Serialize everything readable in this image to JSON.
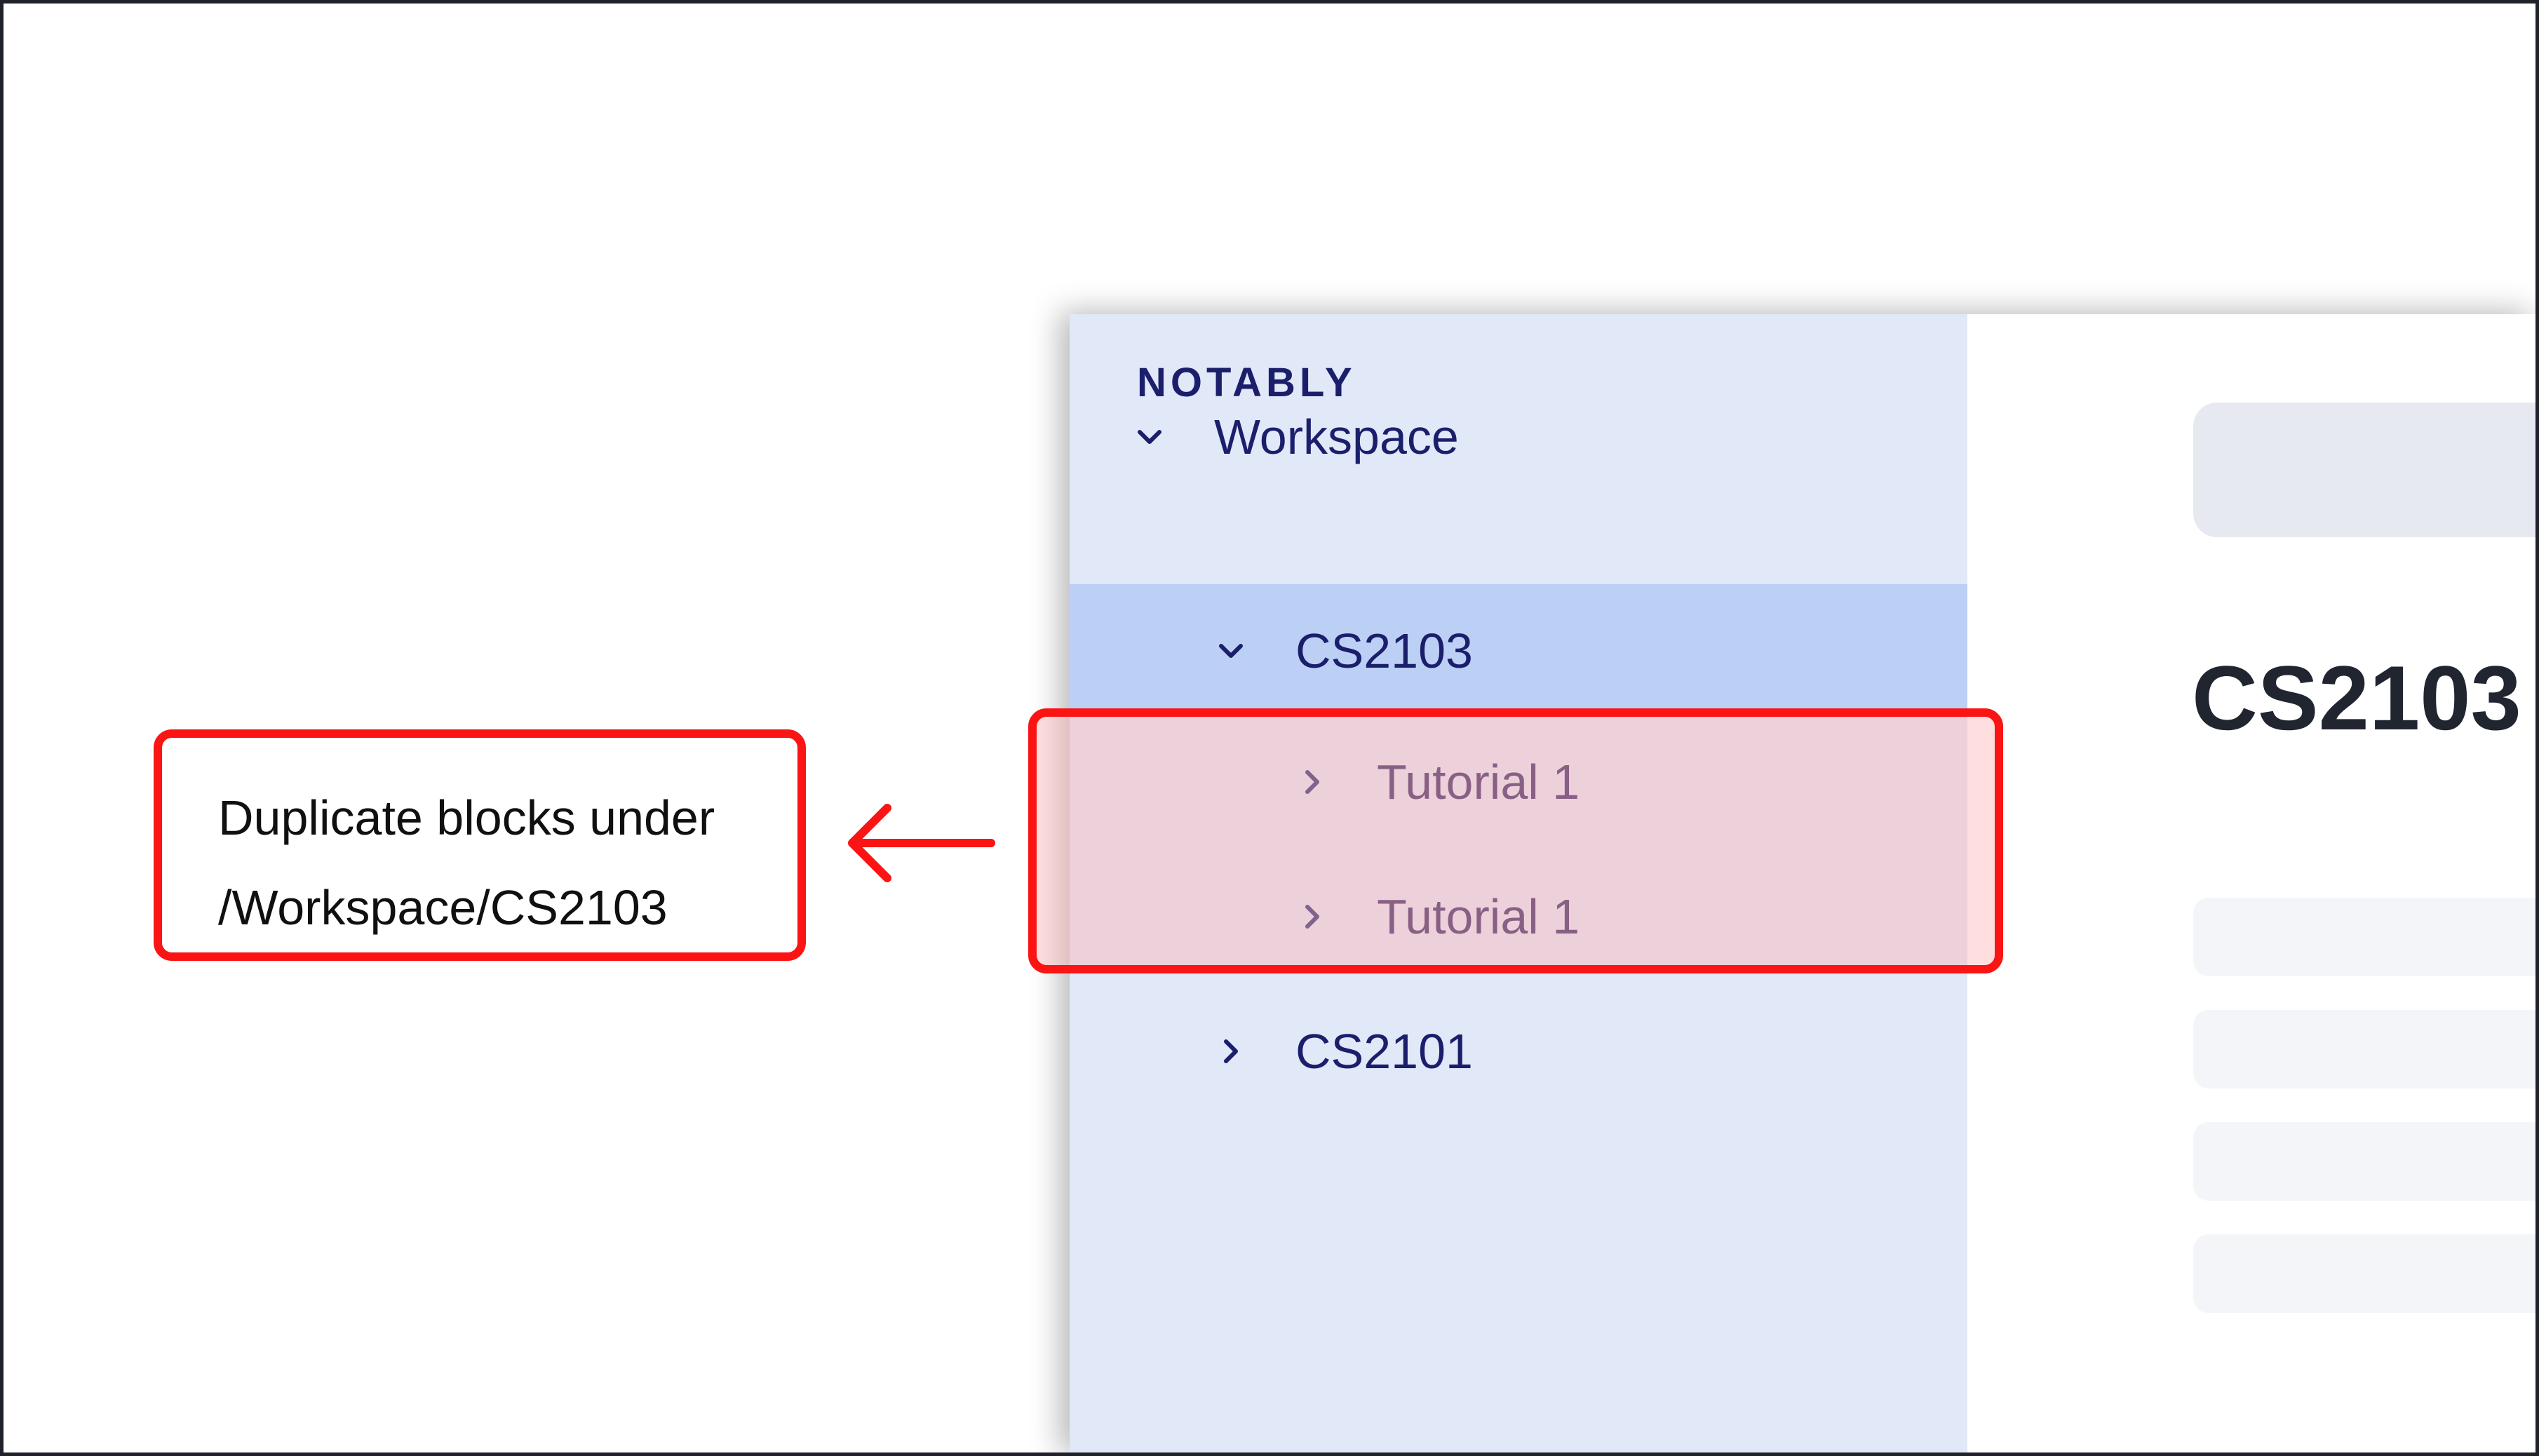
{
  "app": {
    "brand": "NOTABLY"
  },
  "sidebar": {
    "items": [
      {
        "label": "Workspace",
        "icon": "chevron-down-icon",
        "expanded": true
      },
      {
        "label": "CS2103",
        "icon": "chevron-down-icon",
        "expanded": true,
        "selected": true
      },
      {
        "label": "Tutorial 1",
        "icon": "chevron-right-icon",
        "expanded": false
      },
      {
        "label": "Tutorial 1",
        "icon": "chevron-right-icon",
        "expanded": false
      },
      {
        "label": "CS2101",
        "icon": "chevron-right-icon",
        "expanded": false
      }
    ]
  },
  "main": {
    "title": "CS2103"
  },
  "annotation": {
    "line1": "Duplicate blocks under",
    "line2": "/Workspace/CS2103",
    "arrow_icon": "arrow-left-icon"
  },
  "colors": {
    "sidebar_bg": "#e1e8f8",
    "selected_bg": "#bccff5",
    "brand_text": "#1b1f6b",
    "highlight_red": "#fa1414",
    "frame_border": "#1f2229"
  }
}
